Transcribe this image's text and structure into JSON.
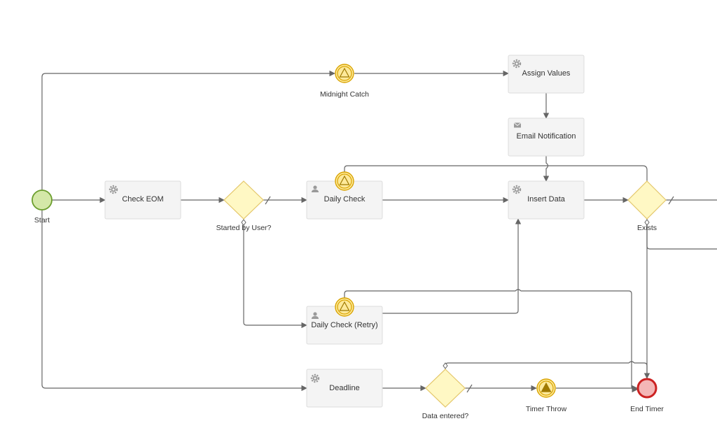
{
  "diagram": {
    "tasks": {
      "check_eom": {
        "label": "Check EOM",
        "icon": "gear-icon"
      },
      "daily_check": {
        "label": "Daily Check",
        "icon": "user-icon"
      },
      "daily_check_retry": {
        "label": "Daily Check (Retry)",
        "icon": "user-icon"
      },
      "insert_data": {
        "label": "Insert Data",
        "icon": "gear-icon"
      },
      "assign_values": {
        "label": "Assign Values",
        "icon": "gear-icon"
      },
      "email_notification": {
        "label": "Email Notification",
        "icon": "envelope-icon"
      },
      "deadline": {
        "label": "Deadline",
        "icon": "gear-icon"
      }
    },
    "events": {
      "start": {
        "label": "Start",
        "type": "start",
        "color": "#6b9e2d",
        "fill": "#d4e8a8"
      },
      "midnight_catch": {
        "label": "Midnight Catch",
        "type": "intermediate-catch",
        "icon": "signal-triangle-icon"
      },
      "timer_throw": {
        "label": "Timer Throw",
        "type": "intermediate-throw",
        "icon": "signal-triangle-icon"
      },
      "end_timer": {
        "label": "End Timer",
        "type": "end",
        "color": "#cc2222",
        "fill": "#f4b6b6"
      }
    },
    "gateways": {
      "started_by_user": {
        "label": "Started by User?"
      },
      "exists": {
        "label": "Exists"
      },
      "data_entered": {
        "label": "Data entered?"
      }
    },
    "colors": {
      "task_fill": "#f4f4f4",
      "task_stroke": "#dcdcdc",
      "flow": "#666666",
      "gateway_fill": "#fff8c4",
      "gateway_stroke": "#e4c76a",
      "event_gold": "#d9a300",
      "event_gold_fill": "#fde99a"
    }
  }
}
